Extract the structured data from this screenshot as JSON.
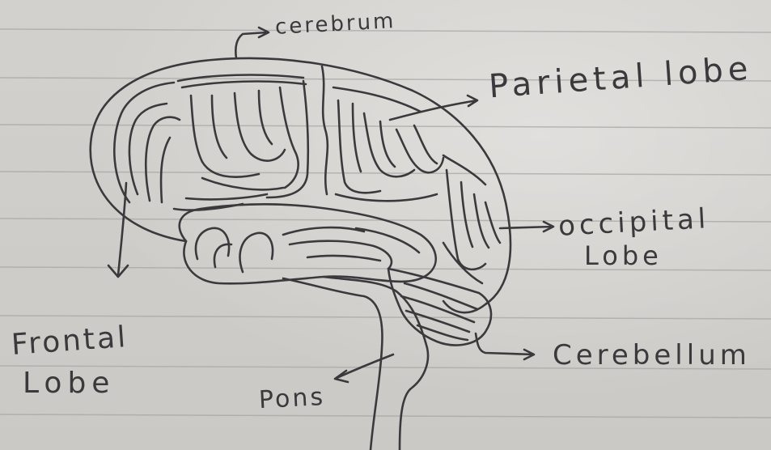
{
  "labels": {
    "cerebrum": "cerebrum",
    "parietal_lobe": "Parietal lobe",
    "occipital_line1": "occipital",
    "occipital_line2": "Lobe",
    "frontal_line1": "Frontal",
    "frontal_line2": "Lobe",
    "cerebellum": "Cerebellum",
    "pons": "Pons"
  },
  "colors": {
    "ink": "#3a3a3d",
    "paper": "#cfcdc9",
    "rule_line": "#a9a7a4"
  }
}
